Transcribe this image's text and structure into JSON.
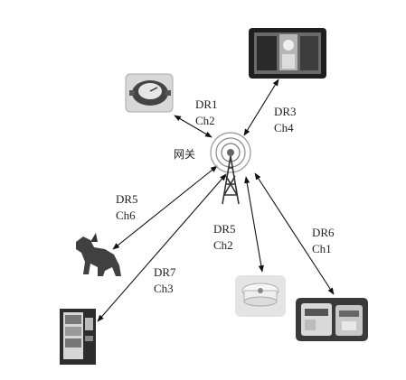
{
  "gateway": {
    "label": "网关",
    "icon": "antenna-tower-icon"
  },
  "links": [
    {
      "id": "water-meter",
      "icon": "water-meter-icon",
      "dr": "DR1",
      "ch": "Ch2"
    },
    {
      "id": "vending-display",
      "icon": "vending-display-icon",
      "dr": "DR3",
      "ch": "Ch4"
    },
    {
      "id": "pet-dog",
      "icon": "dog-icon",
      "dr": "DR5",
      "ch": "Ch6"
    },
    {
      "id": "vending-machine",
      "icon": "vending-machine-icon",
      "dr": "DR7",
      "ch": "Ch3"
    },
    {
      "id": "smoke-detector",
      "icon": "smoke-detector-icon",
      "dr": "DR5",
      "ch": "Ch2"
    },
    {
      "id": "electric-meter",
      "icon": "electric-meter-icon",
      "dr": "DR6",
      "ch": "Ch1"
    }
  ],
  "colors": {
    "line": "#111111",
    "device_dark": "#3a3a3a",
    "device_light": "#d9d9d9"
  }
}
